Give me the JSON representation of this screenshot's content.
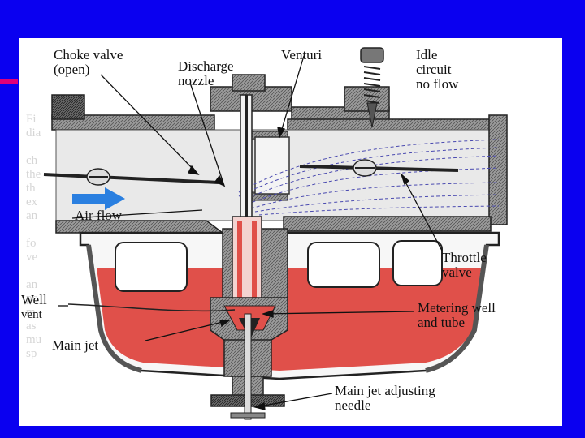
{
  "slide": {
    "background": "#0a00f0",
    "accent": "#e0007a"
  },
  "diagram": {
    "labels": {
      "choke_valve": "Choke valve",
      "choke_valve_state": "(open)",
      "discharge": "Discharge",
      "nozzle": "nozzle",
      "venturi": "Venturi",
      "idle": "Idle",
      "circuit": "circuit",
      "no_flow": "no flow",
      "air_flow": "Air flow",
      "throttle": "Throttle",
      "valve": "valve",
      "well": "Well",
      "vent": "vent",
      "metering_well": "Metering well",
      "and_tube": "and tube",
      "main_jet": "Main jet",
      "main_jet_adjusting": "Main jet adjusting",
      "needle": "needle"
    },
    "colors": {
      "fuel": "#e0504a",
      "metal": "#8a8a8a",
      "metal_dark": "#3a3a3a",
      "airflow_arrow": "#2a7fe0",
      "air_lines": "#4a4ab0"
    }
  }
}
